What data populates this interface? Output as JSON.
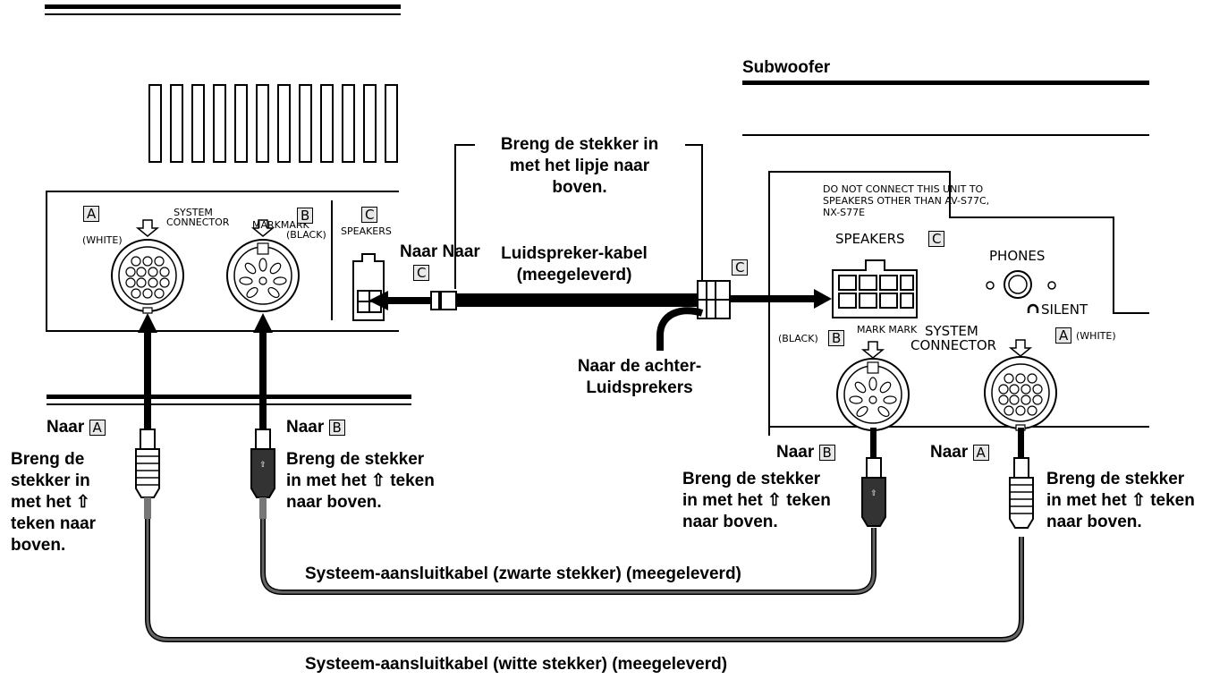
{
  "title_subwoofer": "Subwoofer",
  "labels": {
    "A": "A",
    "B": "B",
    "C": "C",
    "white": "(WHITE)",
    "black": "(BLACK)",
    "system": "SYSTEM",
    "connector": "CONNECTOR",
    "markmark": "MARKMARK",
    "mark_mark": "MARK MARK",
    "speakers_small": "SPEAKERS",
    "speakers": "SPEAKERS",
    "phones": "PHONES",
    "silent": "SILENT",
    "warning_1": "DO NOT CONNECT THIS UNIT TO",
    "warning_2": "SPEAKERS OTHER THAN AV-S77C,",
    "warning_3": "NX-S77E"
  },
  "text": {
    "naar": "Naar",
    "naar_naar": "Naar Naar",
    "top_note_1": "Breng de stekker in",
    "top_note_2": "met het lipje naar",
    "top_note_3": "boven.",
    "cable_1": "Luidspreker-kabel",
    "cable_2": "(meegeleverd)",
    "rear_1": "Naar de achter-",
    "rear_2": "Luidsprekers",
    "left_note_1": "Breng de",
    "left_note_2": "stekker in",
    "left_note_3": "met het ⇧",
    "left_note_4": "teken naar",
    "left_note_5": "boven.",
    "plug_note_1": "Breng de stekker",
    "plug_note_2": "in met het ⇧ teken",
    "plug_note_3": "naar boven.",
    "black_cable": "Systeem-aansluitkabel (zwarte stekker) (meegeleverd)",
    "white_cable": "Systeem-aansluitkabel (witte stekker) (meegeleverd)"
  },
  "colors": {
    "line": "#000000",
    "cable": "#444444",
    "box_fill": "#e8e8e8"
  }
}
